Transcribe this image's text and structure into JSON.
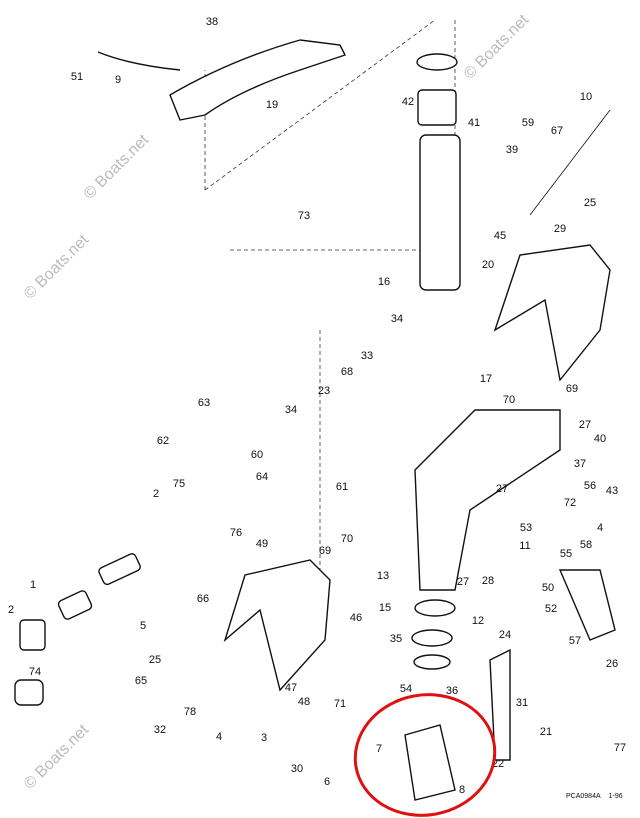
{
  "diagram": {
    "callouts": [
      "38",
      "51",
      "9",
      "19",
      "42",
      "41",
      "39",
      "10",
      "59",
      "67",
      "73",
      "16",
      "29",
      "25",
      "45",
      "20",
      "34",
      "17",
      "33",
      "68",
      "23",
      "63",
      "34",
      "62",
      "60",
      "64",
      "61",
      "69",
      "70",
      "27",
      "40",
      "37",
      "75",
      "2",
      "76",
      "27",
      "72",
      "56",
      "43",
      "4",
      "53",
      "11",
      "27",
      "28",
      "50",
      "58",
      "55",
      "52",
      "49",
      "70",
      "69",
      "13",
      "1",
      "2",
      "66",
      "15",
      "12",
      "5",
      "46",
      "35",
      "24",
      "57",
      "26",
      "74",
      "25",
      "47",
      "54",
      "36",
      "65",
      "48",
      "71",
      "31",
      "78",
      "32",
      "4",
      "3",
      "21",
      "77",
      "7",
      "22",
      "30",
      "6",
      "8"
    ],
    "watermark": "© Boats.net",
    "highlight_color": "#e01010",
    "footer": {
      "code": "PCA0984A",
      "date": "1-96"
    }
  }
}
